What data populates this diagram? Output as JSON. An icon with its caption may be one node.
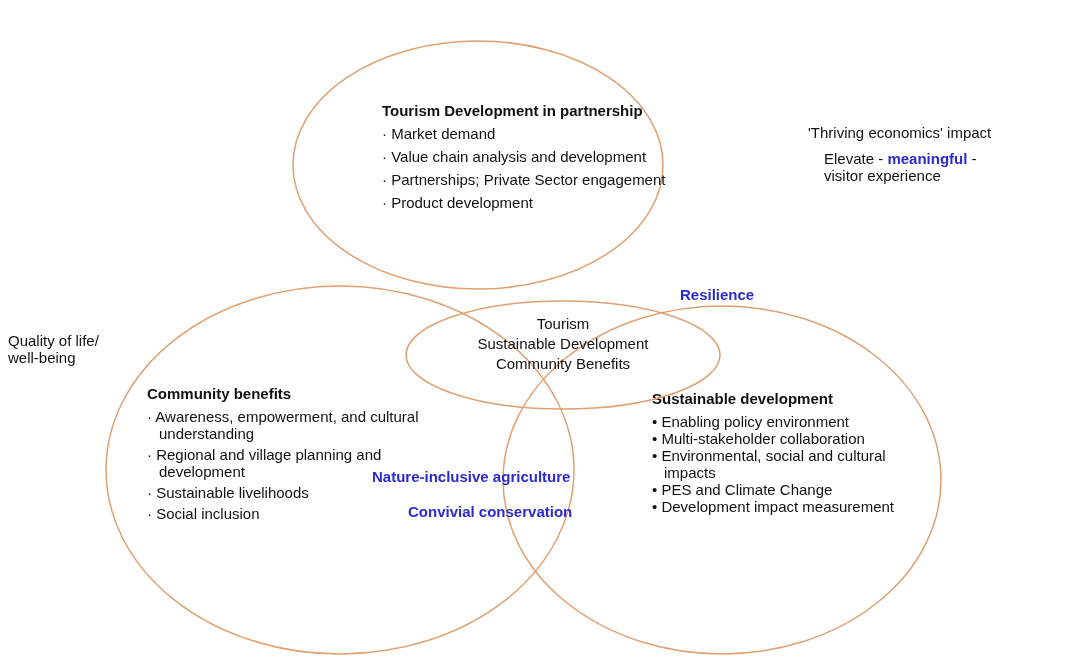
{
  "diagram": {
    "nodes": [
      {
        "text": [
          "Tourism Development in partnership",
          "· Market demand",
          "· Value chain analysis and development",
          "· Partnerships; Private Sector engagement",
          "· Product development"
        ]
      },
      {
        "text": [
          "Community benefits",
          "· Awareness, empowerment, and cultural understanding",
          "· Regional and village planning and development",
          "· Sustainable livelihoods",
          "· Social inclusion"
        ]
      },
      {
        "text": [
          "Sustainable development",
          "• Enabling policy environment",
          "• Multi-stakeholder collaboration",
          "• Environmental, social and cultural impacts",
          "• PES and Climate Change",
          "• Development impact measurement"
        ]
      },
      {
        "text": [
          "Tourism",
          "Sustainable Development",
          "Community Benefits"
        ]
      }
    ],
    "edges": [],
    "labels": [
      "'Thriving economics' impact",
      "Elevate - **meaningful** - visitor experience",
      "Quality of life/ well-being",
      "Resilience",
      "Nature-inclusive agriculture",
      "Convivial conservation"
    ]
  }
}
